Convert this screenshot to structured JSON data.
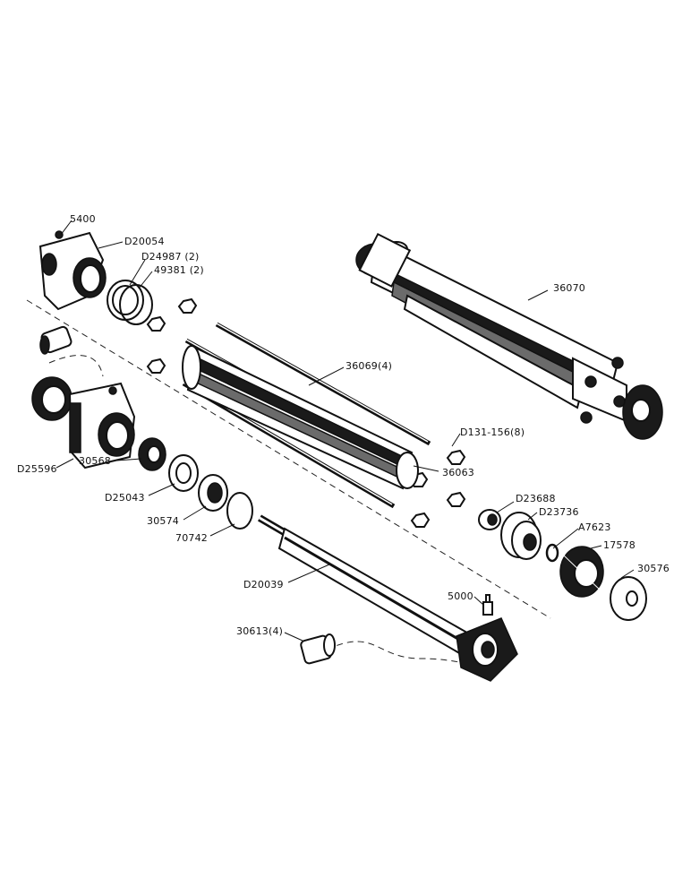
{
  "diagram": {
    "part_labels": {
      "p5400": "5400",
      "pD20054": "D20054",
      "pD24987": "D24987 (2)",
      "p49381": "49381 (2)",
      "p36070": "36070",
      "p36069": "36069(4)",
      "pD131": "D131-156(8)",
      "p36063": "36063",
      "pD25596": "D25596",
      "p30568": "30568",
      "pD25043": "D25043",
      "p30574": "30574",
      "p70742": "70742",
      "pD23688": "D23688",
      "pD23736": "D23736",
      "pA7623": "A7623",
      "p17578": "17578",
      "p30576": "30576",
      "pD20039": "D20039",
      "p5000": "5000",
      "p30613": "30613(4)"
    }
  }
}
